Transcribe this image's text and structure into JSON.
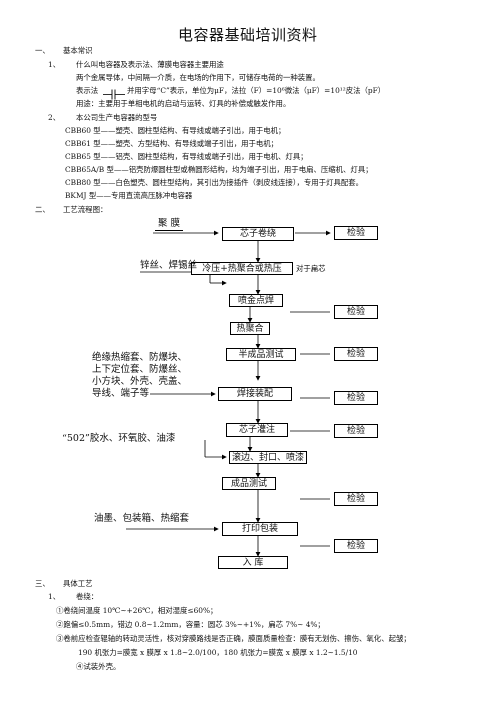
{
  "title": "电容器基础培训资料",
  "section1": {
    "num": "一、",
    "heading": "基本常识",
    "item1_num": "1、",
    "item1_title": "什么叫电容器及表示法、薄膜电容器主要用途",
    "line1": "两个金属导体，中间隔一介质，在电场的作用下，可储存电荷的一种装置。",
    "line2_pre": "表示法",
    "line2_post": "并用字母“C”表示，单位为μF，法拉（F）=10⁶微法（μF）=10¹²皮法（pF）",
    "line3": "用途：主要用于单相电机的启动与运转、灯具的补偿或触发作用。",
    "item2_num": "2、",
    "item2_title": "本公司生产电容器的型号",
    "models": [
      "CBB60 型——塑壳、圆柱型结构、有导线或端子引出，用于电机；",
      "CBB61 型——塑壳、方型结构、有导线或端子引出，用于电机；",
      "CBB65 型——铝壳、圆柱型结构，有导线或端子引出，用于电机、灯具；",
      "CBB65A/B 型——铝壳防爆圆柱型或椭圆形结构，均为端子引出，用于电扇、压缩机、灯具；",
      "CBB80 型——白色塑壳、圆柱型结构，其引出为接插件（剥皮线连接），专用于灯具配套。",
      "BKMJ 型——专用直流高压脉冲电容器"
    ]
  },
  "section2": {
    "num": "二、",
    "heading": "工艺流程图："
  },
  "flow": {
    "film": "聚  膜",
    "core_wind": "芯子卷绕",
    "inspect": "检验",
    "cold_press": "冷压+热聚合或热压",
    "cold_press_note": "对于扁芯",
    "zinc_wire": "锌丝、焊锡丝",
    "spray": "喷金点焊",
    "heat_poly": "热聚合",
    "semi_test": "半成品测试",
    "materials": "绝缘热缩套、防爆块、上下定位套、防爆丝、小方块、外壳、壳盖、导线、端子等",
    "materials_lines": [
      "绝缘热缩套、防爆块、",
      "上下定位套、防爆丝、",
      "小方块、外壳、壳盖、",
      "导线、端子等"
    ],
    "weld_assembly": "焊接装配",
    "core_fill": "芯子灌注",
    "glues": "“502”胶水、环氧胶、油漆",
    "roll_seal": "滚边、封口、喷漆",
    "final_test": "成品测试",
    "packing_materials": "油墨、包装箱、热缩套",
    "print_pack": "打印包装",
    "warehouse": "入  库"
  },
  "section3": {
    "num": "三、",
    "heading": "具体工艺",
    "item1_num": "1、",
    "item1_title": "卷绕：",
    "points": [
      "①卷绕间温度 10℃~+26℃，相对湿度≤60%；",
      "②跑偏≤0.5mm，错边 0.8~1.2mm，容量：圆芯 3%~+1%，扁芯 7%~ 4%；",
      "③卷前应检查辊轴的转动灵活性，核对穿膜路线是否正确，膜面质量检查：膜有无划伤、擦伤、氧化、起皱；",
      "190 机张力=膜宽 x 膜厚 x 1.8~2.0/100，180 机张力=膜宽 x 膜厚 x 1.2~1.5/10",
      "④试装外壳。"
    ]
  }
}
